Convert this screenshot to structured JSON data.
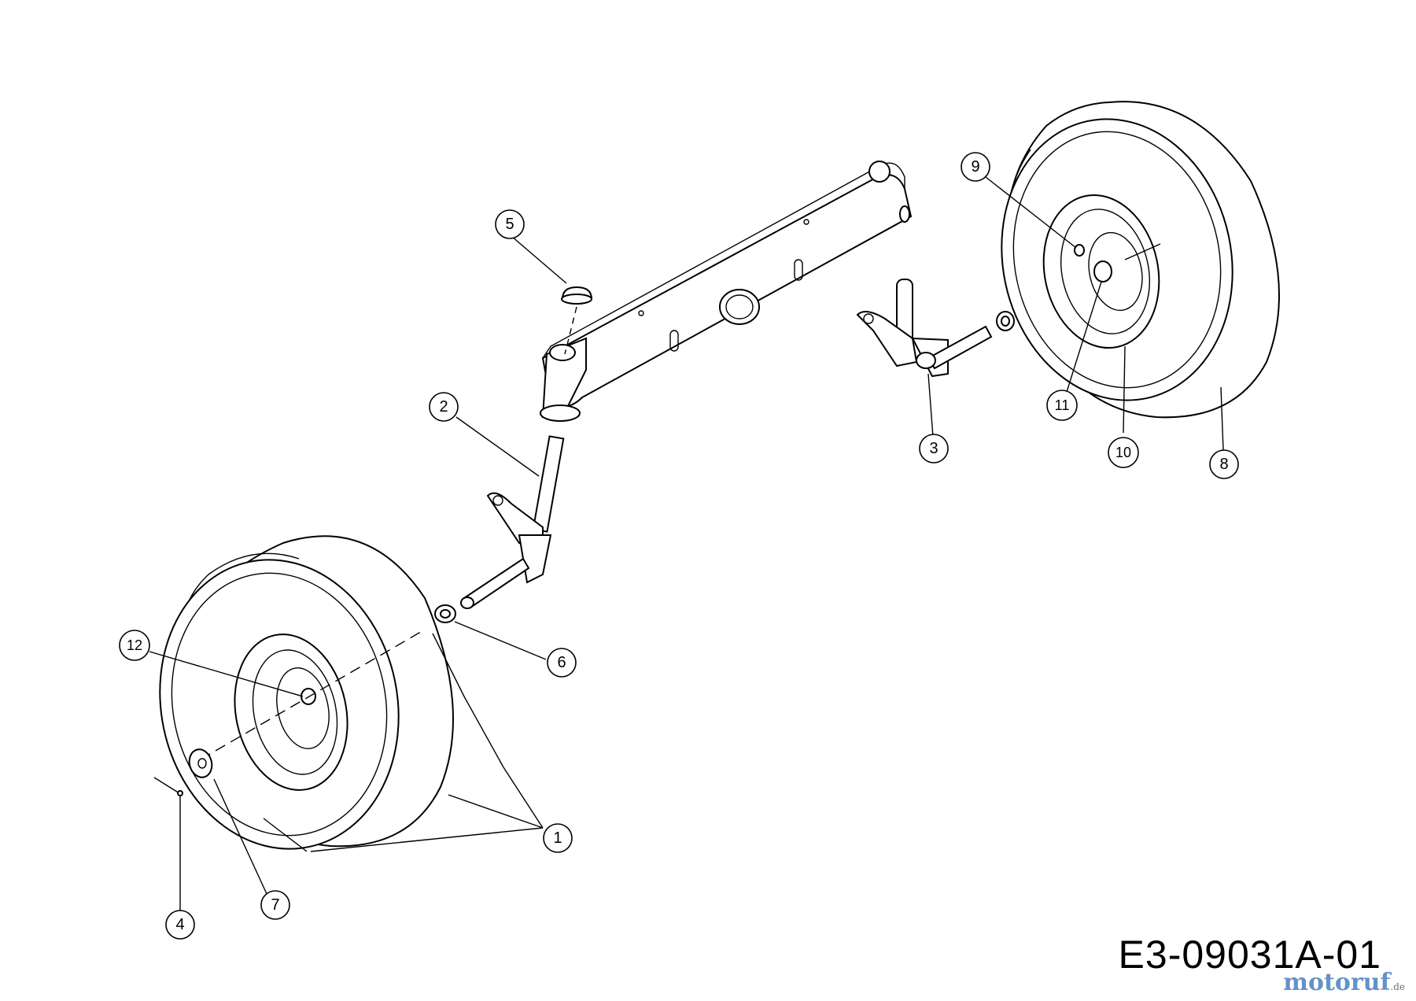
{
  "drawing_code": "E3-09031A-01",
  "watermark": {
    "brand": "motoruf",
    "tld": ".de"
  },
  "callouts": [
    {
      "id": "callout-1",
      "label": "1"
    },
    {
      "id": "callout-2",
      "label": "2"
    },
    {
      "id": "callout-3",
      "label": "3"
    },
    {
      "id": "callout-4",
      "label": "4"
    },
    {
      "id": "callout-5",
      "label": "5"
    },
    {
      "id": "callout-6",
      "label": "6"
    },
    {
      "id": "callout-7",
      "label": "7"
    },
    {
      "id": "callout-8",
      "label": "8"
    },
    {
      "id": "callout-9",
      "label": "9"
    },
    {
      "id": "callout-10",
      "label": "10"
    },
    {
      "id": "callout-11",
      "label": "11"
    },
    {
      "id": "callout-12",
      "label": "12"
    }
  ]
}
